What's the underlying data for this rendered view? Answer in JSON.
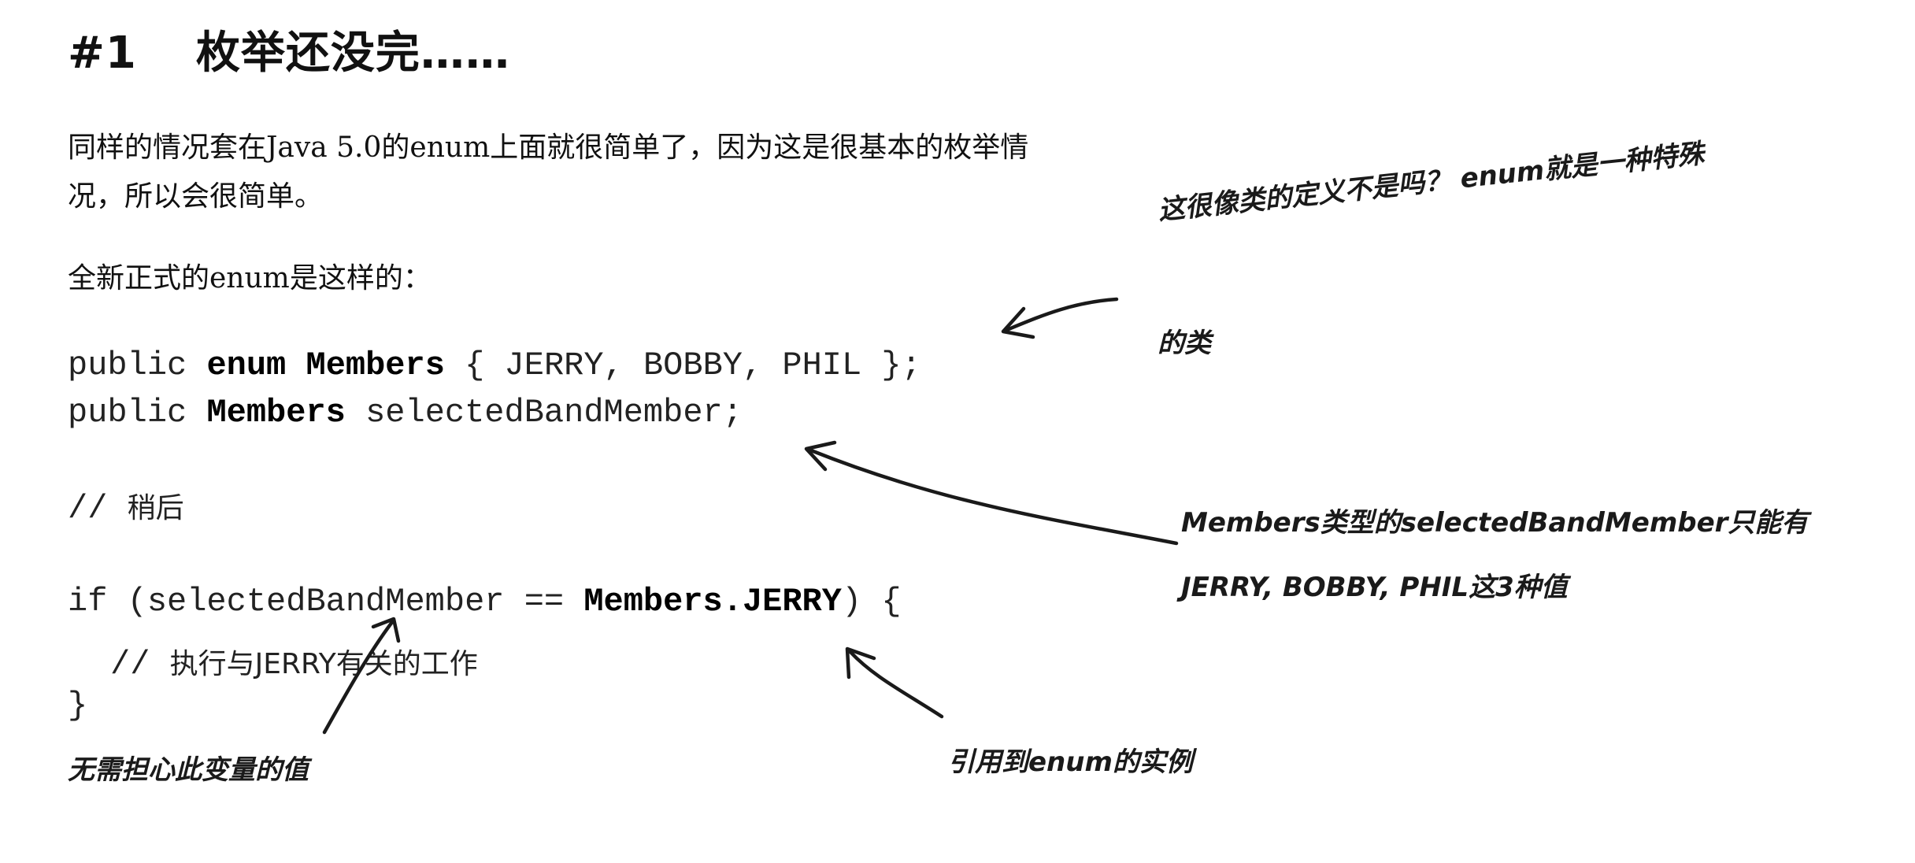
{
  "heading": {
    "number": "#1",
    "title": "枚举还没完……"
  },
  "paragraphs": {
    "p1_line1": "同样的情况套在Java  5.0的enum上面就很简单了，因为这是很基本的枚举情",
    "p1_line2": "况，所以会很简单。",
    "p2": "全新正式的enum是这样的："
  },
  "code": {
    "line1": {
      "kw": "public ",
      "enum_kw": "enum",
      "sp1": " ",
      "type": "Members",
      "rest": " { JERRY, BOBBY, PHIL };"
    },
    "line2": {
      "kw": "public ",
      "type": "Members",
      "rest": " selectedBandMember;"
    },
    "comment1": {
      "slashes": "// ",
      "text": "稍后"
    },
    "line_if": {
      "prefix": "if (selectedBandMember == ",
      "ref": "Members.JERRY",
      "suffix": ") {"
    },
    "comment2": {
      "slashes": "// ",
      "text": "执行与JERRY有关的工作"
    },
    "close_brace": "}"
  },
  "annotations": {
    "class_def_line1": "这很像类的定义不是吗？ enum就是一种特殊",
    "class_def_line2": "的类",
    "type_line1": "Members类型的selectedBandMember只能有",
    "type_line2": "JERRY, BOBBY, PHIL这3种值",
    "no_worry": "无需担心此变量的值",
    "enum_ref": "引用到enum的实例"
  }
}
